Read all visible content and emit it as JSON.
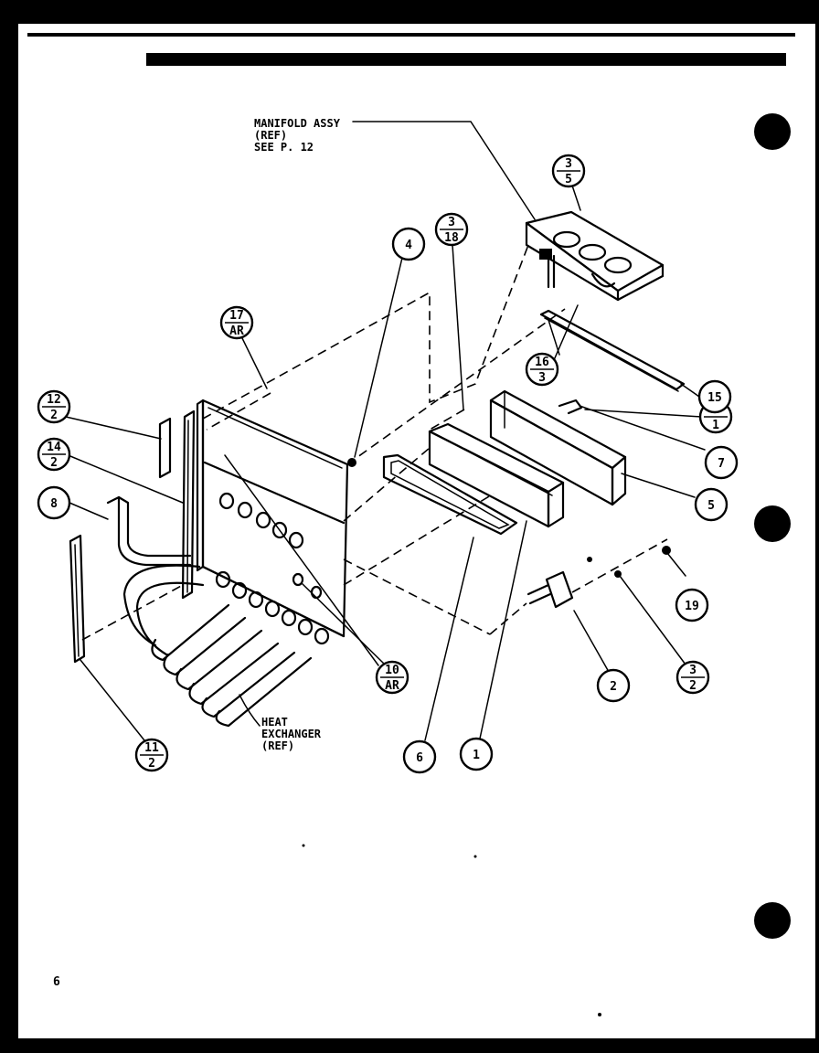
{
  "page_number": "6",
  "notes": {
    "manifold": [
      "MANIFOLD ASSY",
      "(REF)",
      "SEE P. 12"
    ],
    "heat_exchanger": [
      "HEAT",
      "EXCHANGER",
      "(REF)"
    ]
  },
  "callouts": {
    "c_3_5": {
      "top": "3",
      "bottom": "5"
    },
    "c_3_18": {
      "top": "3",
      "bottom": "18"
    },
    "c_4": {
      "text": "4"
    },
    "c_17_ar": {
      "top": "17",
      "bottom": "AR"
    },
    "c_16_3": {
      "top": "16",
      "bottom": "3"
    },
    "c_15": {
      "text": "15"
    },
    "c_3_1": {
      "top": "3",
      "bottom": "1"
    },
    "c_7": {
      "text": "7"
    },
    "c_5": {
      "text": "5"
    },
    "c_12_2": {
      "top": "12",
      "bottom": "2"
    },
    "c_14_2": {
      "top": "14",
      "bottom": "2"
    },
    "c_8": {
      "text": "8"
    },
    "c_19": {
      "text": "19"
    },
    "c_3_2": {
      "top": "3",
      "bottom": "2"
    },
    "c_2": {
      "text": "2"
    },
    "c_10_ar": {
      "top": "10",
      "bottom": "AR"
    },
    "c_11_2": {
      "top": "11",
      "bottom": "2"
    },
    "c_6": {
      "text": "6"
    },
    "c_1": {
      "text": "1"
    }
  }
}
